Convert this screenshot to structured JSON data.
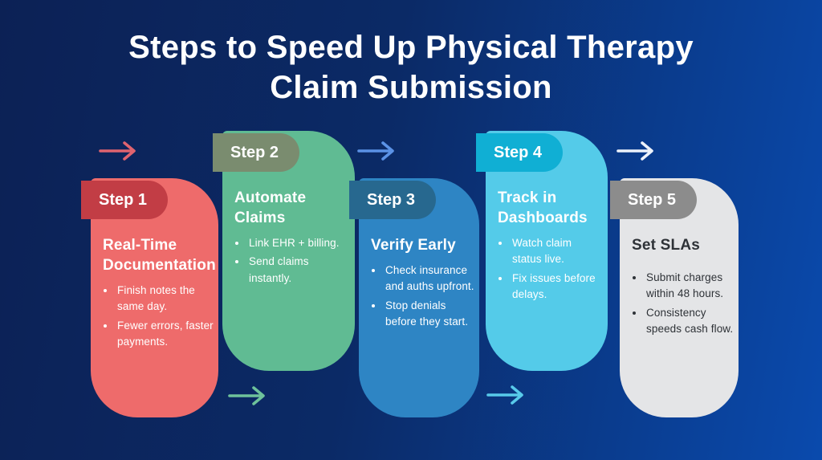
{
  "title": {
    "line1": "Steps to Speed Up Physical Therapy",
    "line2": "Claim Submission"
  },
  "steps": [
    {
      "badge": "Step 1",
      "heading": "Real-Time Documentation",
      "bullets": [
        "Finish notes the same day.",
        "Fewer errors, faster payments."
      ],
      "colors": {
        "card": "#EE6B6B",
        "badge": "#C23D45",
        "text": "#FFFFFF"
      }
    },
    {
      "badge": "Step 2",
      "heading": "Automate Claims",
      "bullets": [
        "Link EHR + billing.",
        "Send claims instantly."
      ],
      "colors": {
        "card": "#60BB93",
        "badge": "#7A8C6F",
        "text": "#FFFFFF"
      }
    },
    {
      "badge": "Step 3",
      "heading": "Verify Early",
      "bullets": [
        "Check insurance and auths upfront.",
        "Stop denials before they start."
      ],
      "colors": {
        "card": "#2E85C4",
        "badge": "#27688F",
        "text": "#FFFFFF"
      }
    },
    {
      "badge": "Step 4",
      "heading": "Track in Dashboards",
      "bullets": [
        "Watch claim status live.",
        "Fix issues before delays."
      ],
      "colors": {
        "card": "#54CBE9",
        "badge": "#10AFD4",
        "text": "#FFFFFF"
      }
    },
    {
      "badge": "Step 5",
      "heading": "Set SLAs",
      "bullets": [
        "Submit charges within 48 hours.",
        "Consistency speeds cash flow."
      ],
      "colors": {
        "card": "#E4E5E7",
        "badge": "#8C8C8C",
        "text": "#2E3237"
      }
    }
  ],
  "arrows": [
    {
      "name": "arrow-before-step-1",
      "color": "#E0636F"
    },
    {
      "name": "arrow-before-step-3",
      "color": "#5B92E6"
    },
    {
      "name": "arrow-before-step-5",
      "color": "#EDF2FB"
    },
    {
      "name": "arrow-after-step-1",
      "color": "#6EC29B"
    },
    {
      "name": "arrow-after-step-3",
      "color": "#58CAEA"
    }
  ],
  "background": {
    "gradient_start": "#0C2155",
    "gradient_end": "#0A4AAD"
  }
}
